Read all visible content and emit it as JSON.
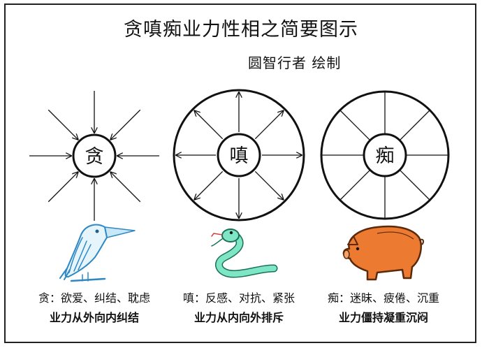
{
  "title": "贪嗔痴业力性相之简要图示",
  "subtitle": "圆智行者 绘制",
  "poisons": [
    {
      "label": "贪",
      "attributes": "贪：欲爱、纠结、耽虑",
      "karma": "业力从外向内纠结",
      "animal": "kingfisher-bird-icon",
      "color": "#4a9fd4"
    },
    {
      "label": "嗔",
      "attributes": "嗔：反感、对抗、紧张",
      "karma": "业力从内向外排斥",
      "animal": "snake-icon",
      "color": "#3fcfa8"
    },
    {
      "label": "痴",
      "attributes": "痴：迷昧、疲倦、沉重",
      "karma": "业力僵持凝重沉闷",
      "animal": "pig-icon",
      "color": "#e8702a"
    }
  ]
}
